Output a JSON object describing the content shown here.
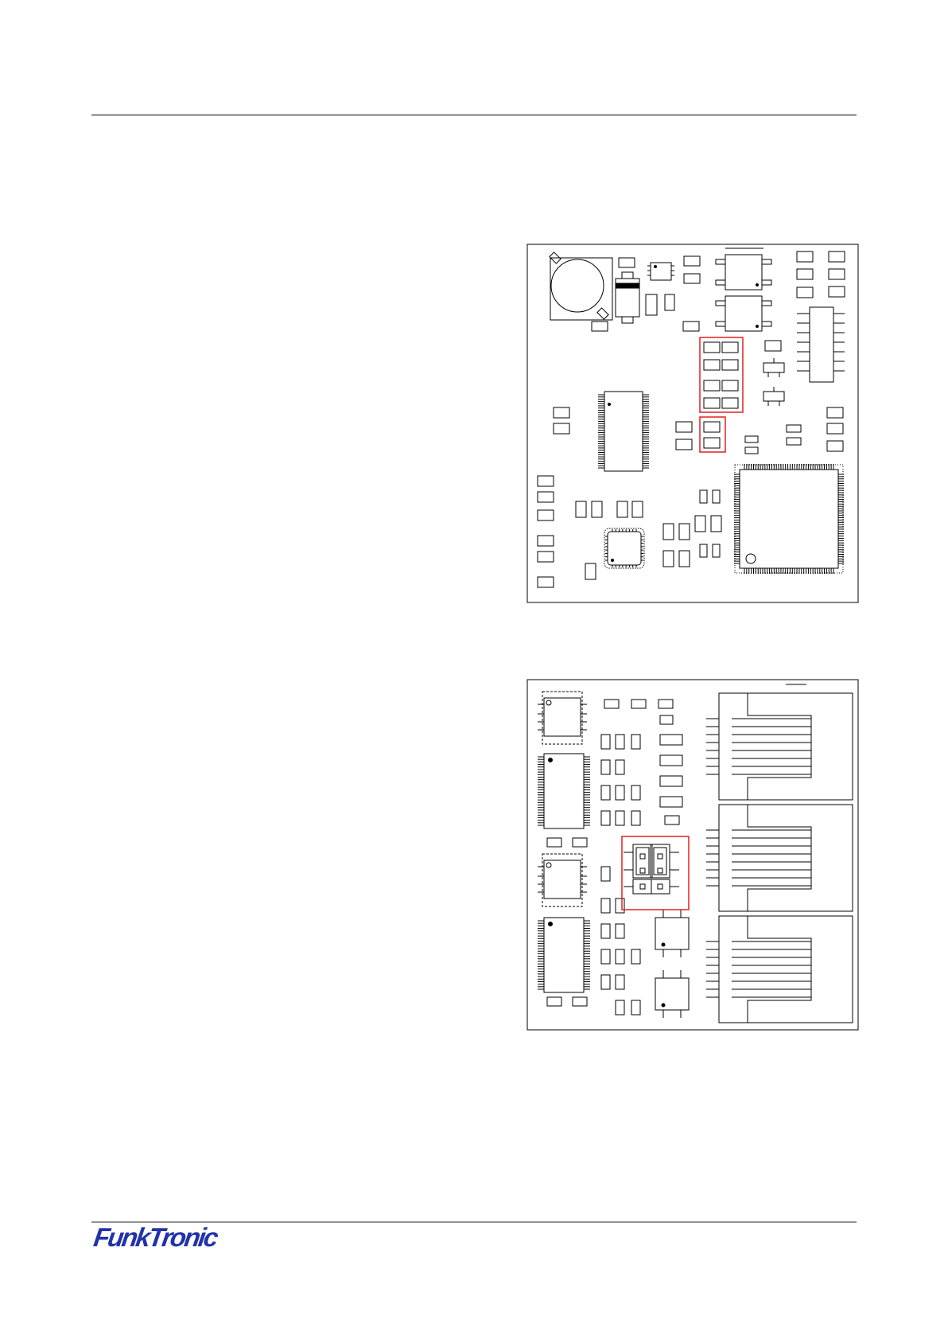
{
  "brand": {
    "logo_text": "FunkTronic",
    "logo_color": "#2233aa"
  },
  "highlight_color": "#e02020",
  "outline_color": "#000000",
  "diagrams": [
    {
      "name": "pcb-top-view",
      "highlighted_regions": 2
    },
    {
      "name": "pcb-interface-view",
      "highlighted_regions": 1
    }
  ]
}
